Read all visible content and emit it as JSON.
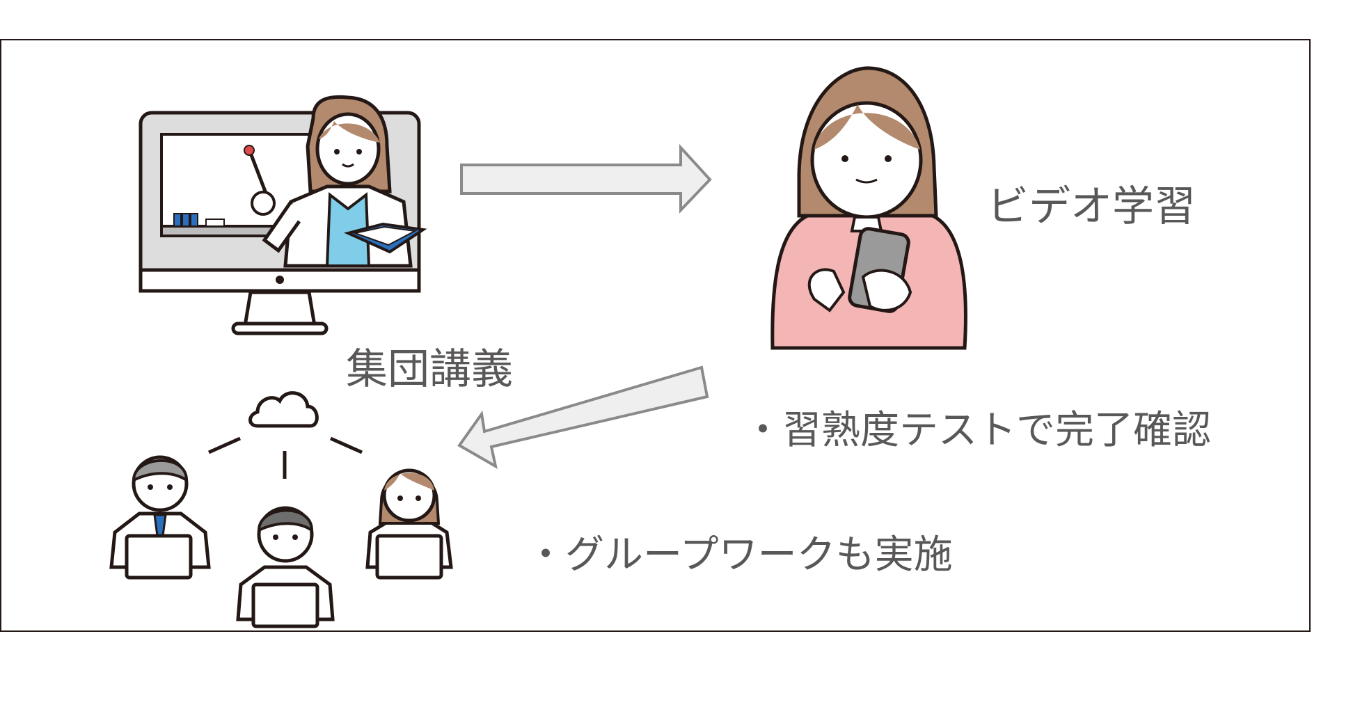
{
  "labels": {
    "video_learning": "ビデオ学習",
    "group_lecture": "集団講義",
    "bullet_mastery_test": "・習熟度テストで完了確認",
    "bullet_group_work": "・グループワークも実施"
  },
  "colors": {
    "outline": "#231815",
    "text": "#595757",
    "hair_brown": "#b38a6d",
    "sweater_pink": "#f4b5b5",
    "shirt_blue": "#7fcde8",
    "book_blue": "#2b6fbf",
    "screen_gray": "#dddddd",
    "phone_gray": "#9a9a9a",
    "arrow_fill": "#efefef",
    "arrow_stroke": "#8a8a8a"
  }
}
